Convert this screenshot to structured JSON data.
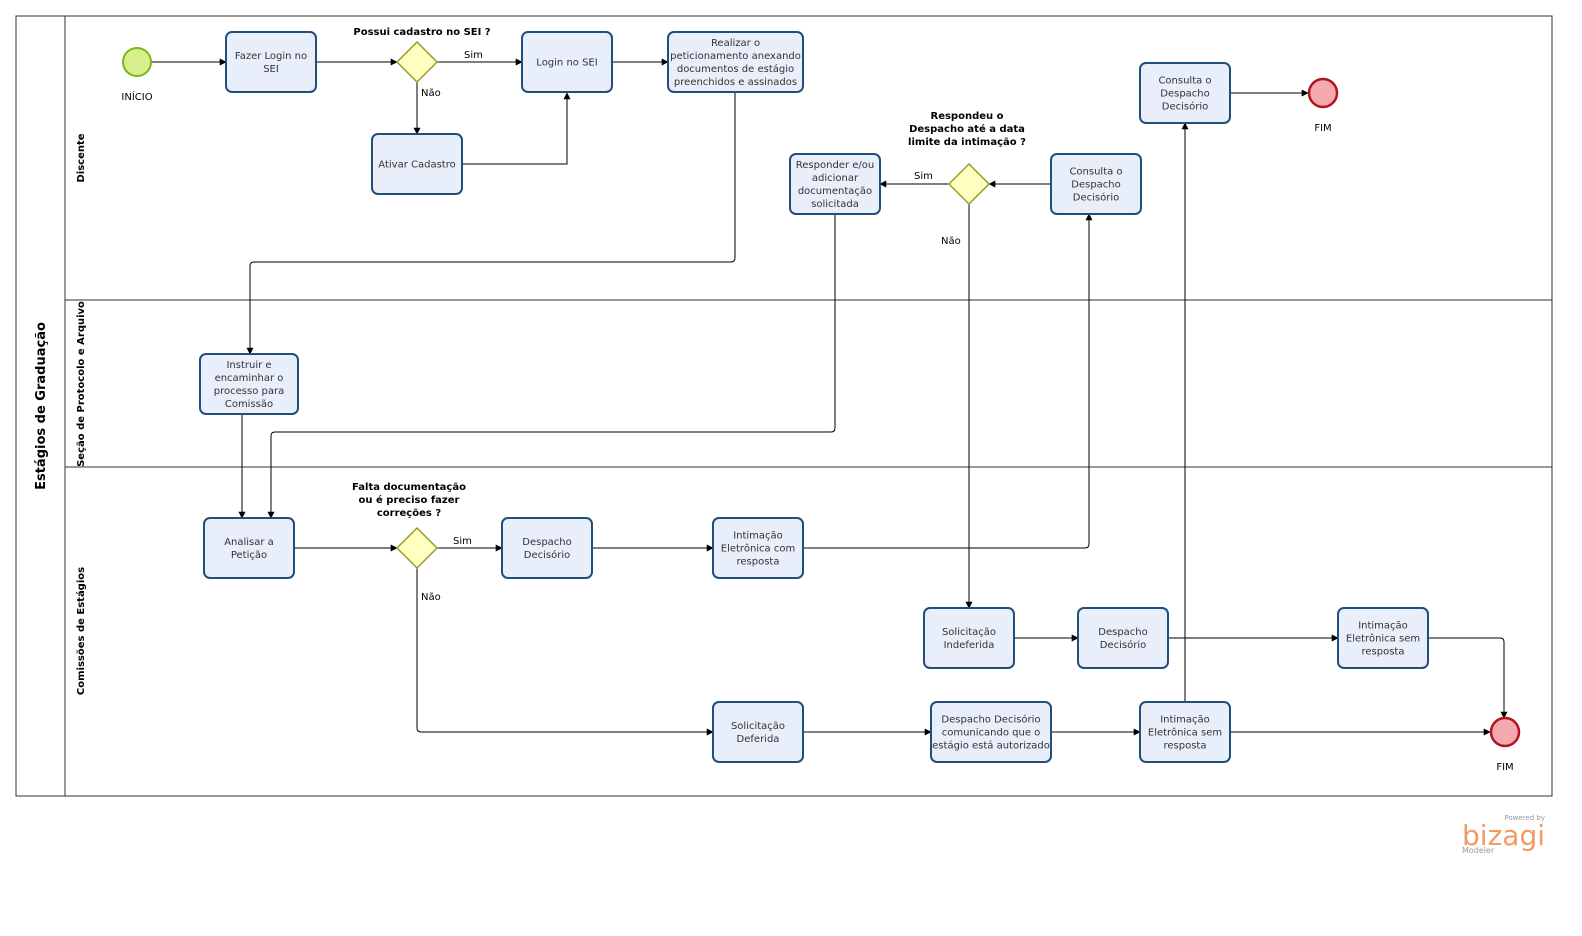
{
  "pool": {
    "label": "Estágios de Graduação"
  },
  "lanes": [
    {
      "id": "discente",
      "label": "Discente"
    },
    {
      "id": "secao",
      "label": "Seção de Protocolo e Arquivo"
    },
    {
      "id": "comissoes",
      "label": "Comissões de Estágios"
    }
  ],
  "events": {
    "start": {
      "label": "INÍCIO",
      "type": "start"
    },
    "end_top": {
      "label": "FIM",
      "type": "end"
    },
    "end_bottom": {
      "label": "FIM",
      "type": "end"
    }
  },
  "tasks": {
    "fazer_login": [
      "Fazer Login no",
      "SEI"
    ],
    "login_sei": [
      "Login no SEI"
    ],
    "ativar_cadastro": [
      "Ativar Cadastro"
    ],
    "realizar_peticionamento": [
      "Realizar o",
      "peticionamento anexando",
      "documentos de estágio",
      "preenchidos e assinados"
    ],
    "consulta_despacho_top": [
      "Consulta o",
      "Despacho",
      "Decisório"
    ],
    "responder": [
      "Responder e/ou",
      "adicionar",
      "documentação",
      "solicitada"
    ],
    "consulta_despacho_mid": [
      "Consulta o",
      "Despacho",
      "Decisório"
    ],
    "instruir": [
      "Instruir e",
      "encaminhar o",
      "processo para",
      "Comissão"
    ],
    "analisar": [
      "Analisar a",
      "Petição"
    ],
    "despacho_decisorio_1": [
      "Despacho",
      "Decisório"
    ],
    "intimacao_com_resposta": [
      "Intimação",
      "Eletrônica com",
      "resposta"
    ],
    "solicitacao_indeferida": [
      "Solicitação",
      "Indeferida"
    ],
    "despacho_decisorio_2": [
      "Despacho",
      "Decisório"
    ],
    "intimacao_sem_resposta_1": [
      "Intimação",
      "Eletrônica sem",
      "resposta"
    ],
    "solicitacao_deferida": [
      "Solicitação",
      "Deferida"
    ],
    "despacho_autorizado": [
      "Despacho Decisório",
      "comunicando que o",
      "estágio está autorizado"
    ],
    "intimacao_sem_resposta_2": [
      "Intimação",
      "Eletrônica sem",
      "resposta"
    ]
  },
  "gateways": {
    "possui_cadastro": [
      "Possui cadastro no SEI ?"
    ],
    "respondeu": [
      "Respondeu o",
      "Despacho até a data",
      "limite da intimação ?"
    ],
    "falta_documentacao": [
      "Falta documentação",
      "ou é preciso fazer",
      "correções ?"
    ]
  },
  "flow_labels": {
    "sim_1": "Sim",
    "nao_1": "Não",
    "sim_2": "Sim",
    "nao_2": "Não",
    "sim_3": "Sim",
    "nao_3": "Não"
  },
  "branding": {
    "powered_by": "Powered by",
    "name": "bizagi",
    "product": "Modeler"
  },
  "colors": {
    "task_fill": "#e8eefa",
    "task_stroke": "#1f4f7a",
    "gateway_fill": "#ffffc0",
    "gateway_stroke": "#9a9a2a",
    "start_fill": "#d9ef8b",
    "start_stroke": "#7ab51d",
    "end_fill": "#f4a9ae",
    "end_stroke": "#b0141f",
    "brand": "#f29a62"
  }
}
